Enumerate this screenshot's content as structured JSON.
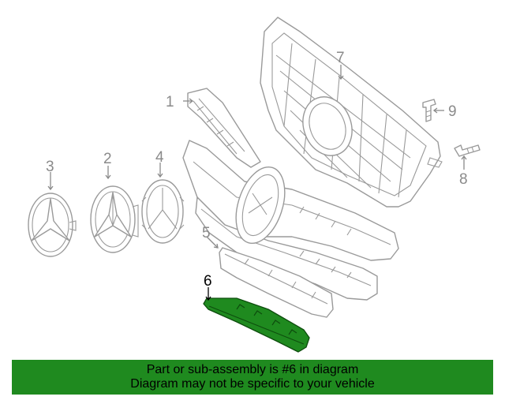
{
  "callouts": {
    "c1": "1",
    "c2": "2",
    "c3": "3",
    "c4": "4",
    "c5": "5",
    "c6": "6",
    "c7": "7",
    "c8": "8",
    "c9": "9"
  },
  "banner": {
    "line1": "Part or sub-assembly is #6 in diagram",
    "line2": "Diagram may not be specific to your vehicle"
  },
  "highlight_color": "#1f8a1f",
  "highlighted_part": "6"
}
